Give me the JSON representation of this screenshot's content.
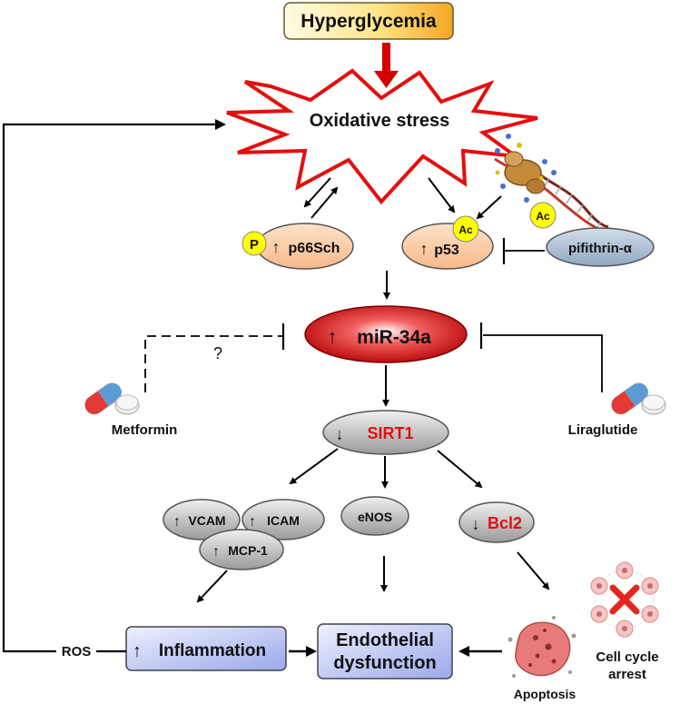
{
  "nodes": {
    "hyperglycemia": "Hyperglycemia",
    "oxidative_stress": "Oxidative stress",
    "p66sch": "p66Sch",
    "p66sch_mark": "P",
    "p53": "p53",
    "p53_mark": "Ac",
    "dna_mark": "Ac",
    "pifithrin": "pifithrin-α",
    "mir34a": "miR-34a",
    "unknown_mark": "?",
    "metformin": "Metformin",
    "liraglutide": "Liraglutide",
    "sirt1": "SIRT1",
    "vcam": "VCAM",
    "icam": "ICAM",
    "mcp1": "MCP-1",
    "enos": "eNOS",
    "bcl2": "Bcl2",
    "ros": "ROS",
    "inflammation": "Inflammation",
    "endothelial_line1": "Endothelial",
    "endothelial_line2": "dysfunction",
    "apoptosis": "Apoptosis",
    "cell_cycle_line1": "Cell cycle",
    "cell_cycle_line2": "arrest"
  },
  "indicators": {
    "up": "↑",
    "down": "↓"
  },
  "colors": {
    "highlight_red": "#e01010",
    "hyperglycemia_fill": "#fcd34d",
    "node_orange": "#fbd3b0",
    "node_gray": "#c8c8c8",
    "node_blue": "#b9c4f0",
    "pifithrin_fill": "#b5c7d9",
    "mir_red": "#d91a1a",
    "phospho_yellow": "#ffff00"
  }
}
